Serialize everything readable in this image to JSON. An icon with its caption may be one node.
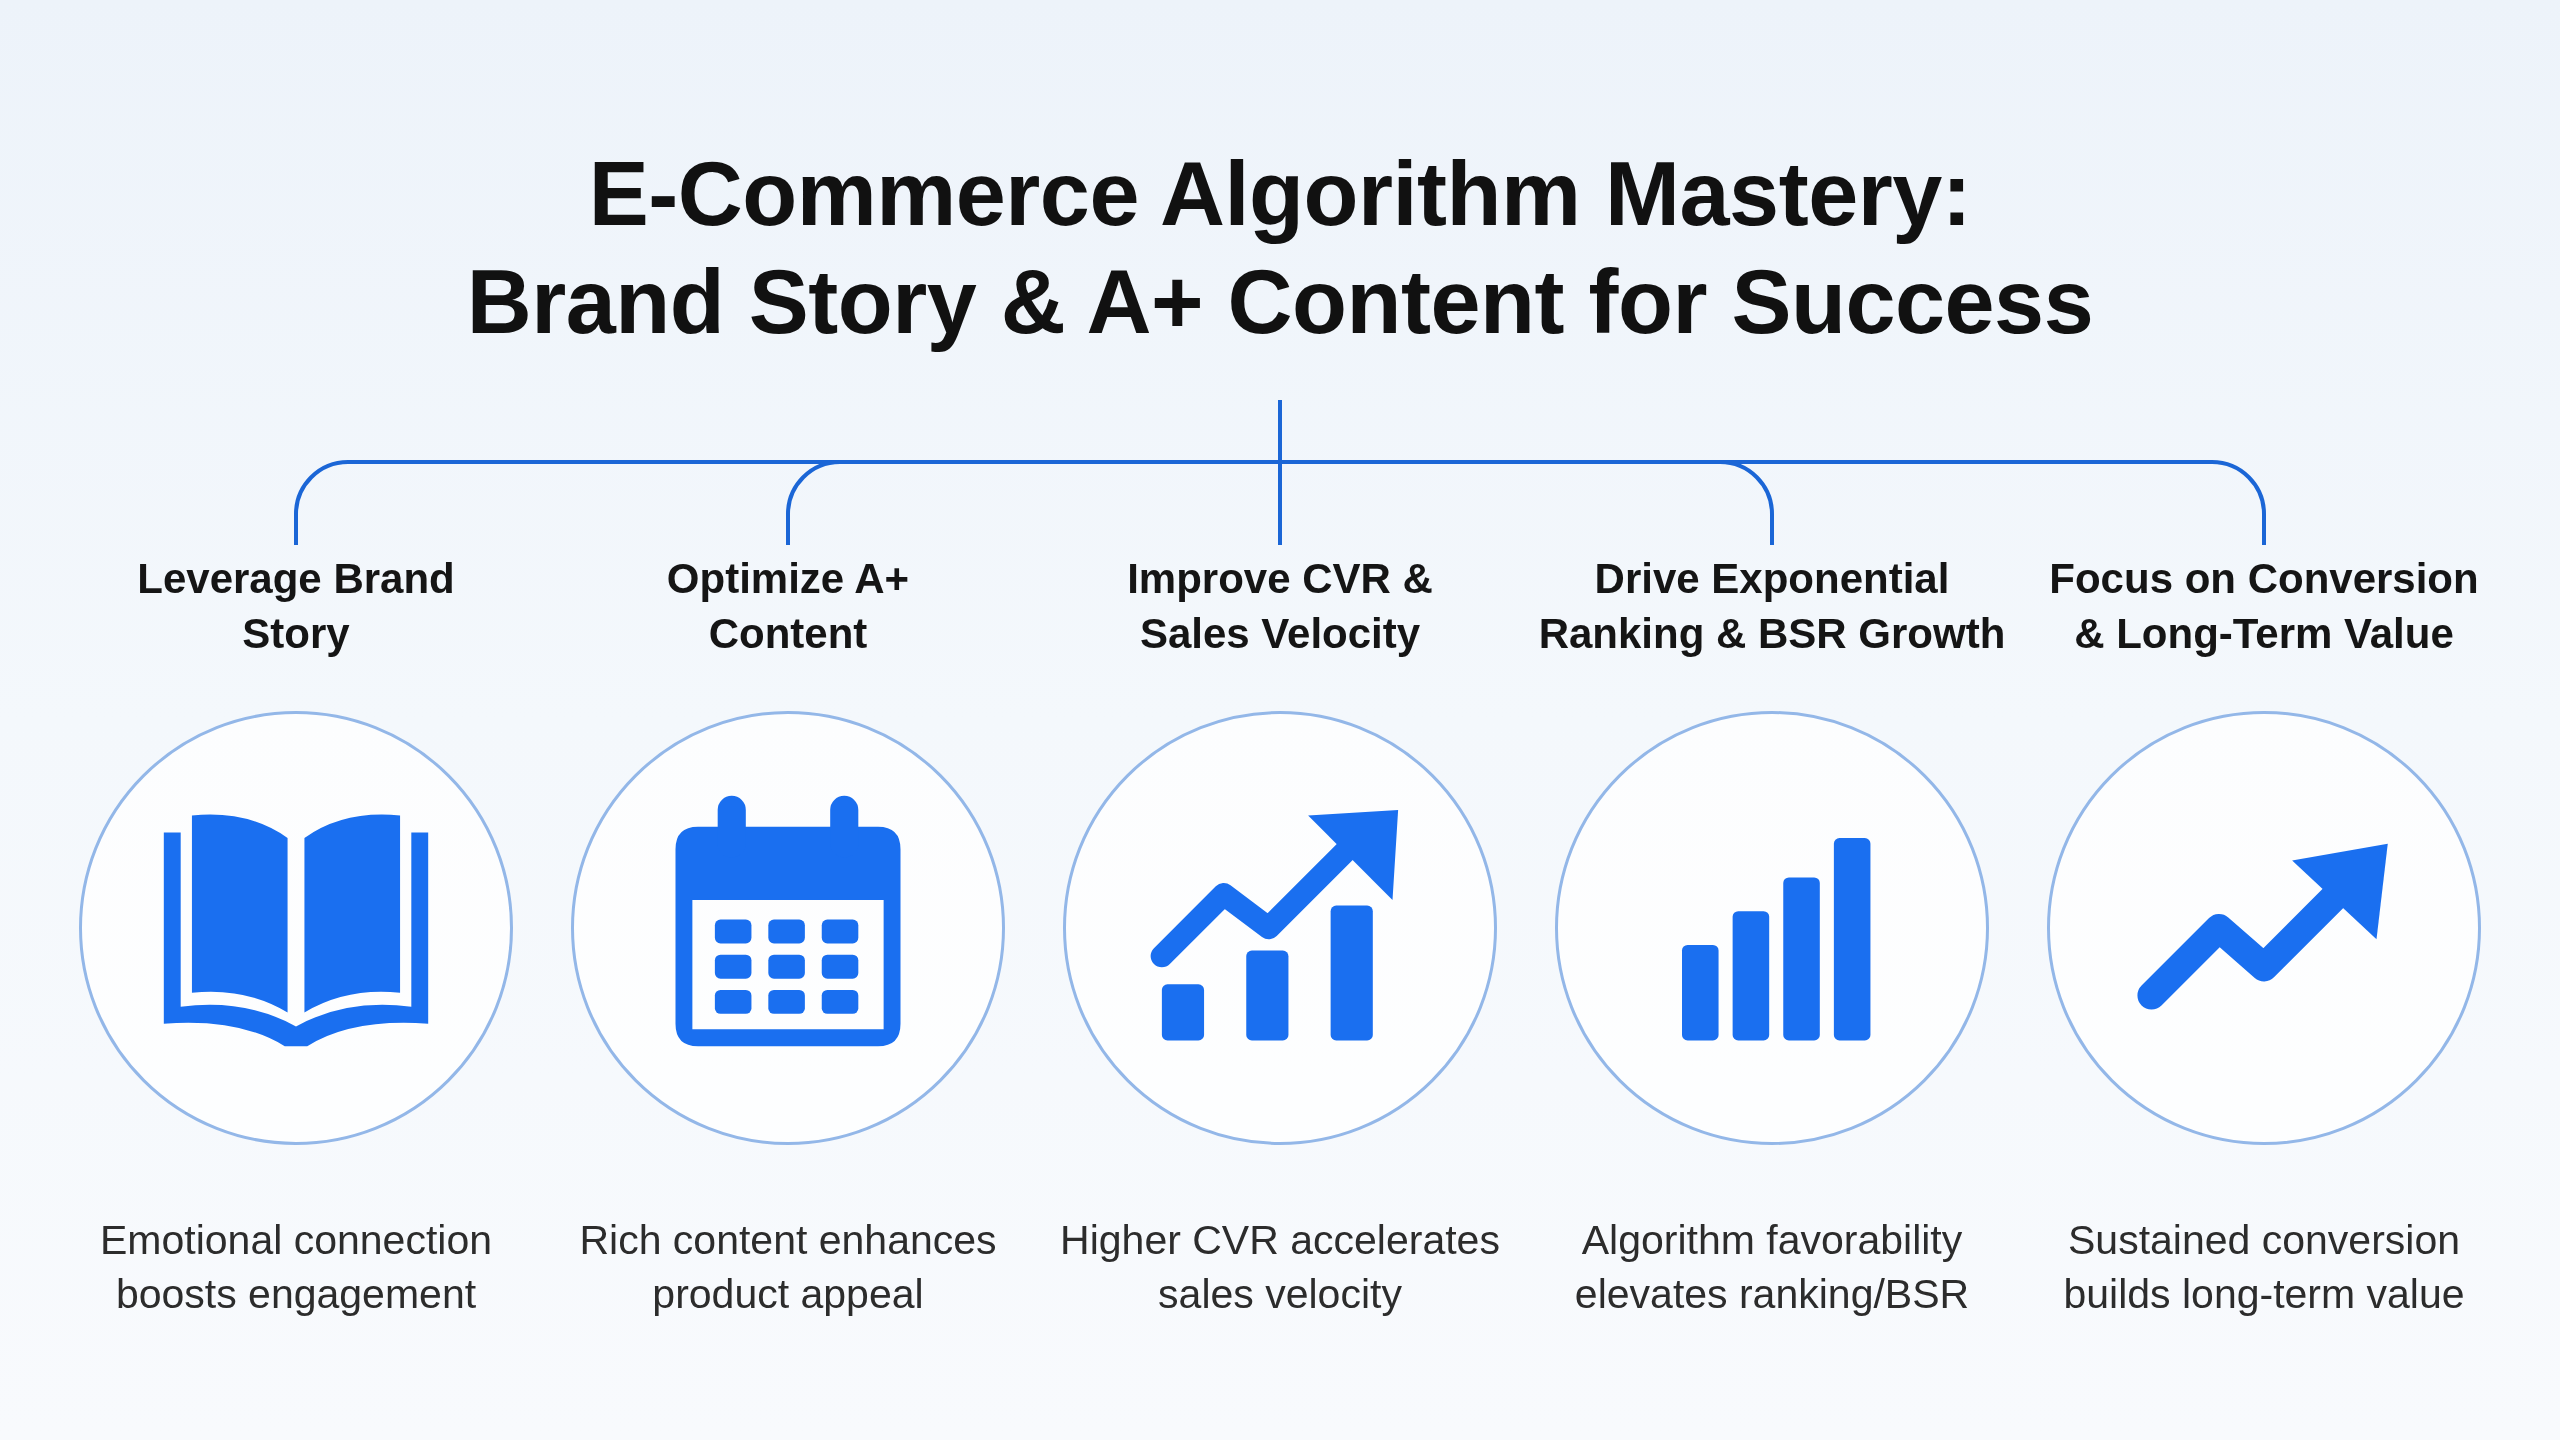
{
  "diagram": {
    "title": "E-Commerce Algorithm Mastery: Brand Story & A+ Content for Success",
    "nodes": [
      {
        "text": [
          "Leverage Brand Story"
        ],
        "beside": [
          "Emotional connection boosts engagement"
        ]
      },
      {
        "text": [
          "Optimize A+ Content"
        ],
        "beside": [
          "Rich content enhances product appeal"
        ]
      },
      {
        "text": [
          "Improve CVR & Sales Velocity"
        ],
        "beside": [
          "Higher CVR accelerates sales velocity"
        ]
      },
      {
        "text": [
          "Drive Exponential Ranking & BSR Growth"
        ],
        "beside": [
          "Algorithm favorability elevates ranking/BSR"
        ]
      },
      {
        "text": [
          "Focus on Conversion & Long-Term Value"
        ],
        "beside": [
          "Sustained conversion builds long-term value"
        ]
      }
    ],
    "edges": [
      {
        "from": null,
        "to": 0,
        "arrow": "none"
      },
      {
        "from": null,
        "to": 1,
        "arrow": "none"
      },
      {
        "from": null,
        "to": 2,
        "arrow": "none"
      },
      {
        "from": null,
        "to": 3,
        "arrow": "none"
      },
      {
        "from": null,
        "to": 4,
        "arrow": "none"
      }
    ]
  }
}
